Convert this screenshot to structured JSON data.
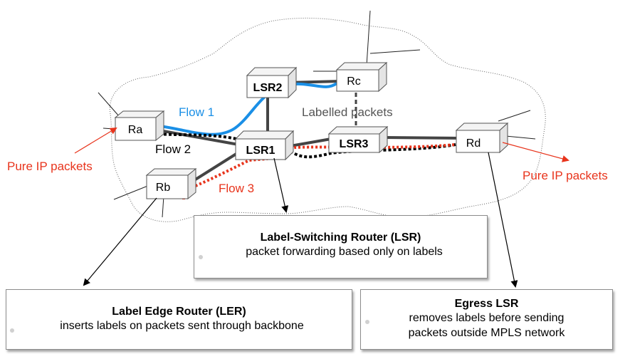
{
  "routers": {
    "ra": "Ra",
    "rb": "Rb",
    "rc": "Rc",
    "rd": "Rd",
    "lsr1": "LSR1",
    "lsr2": "LSR2",
    "lsr3": "LSR3"
  },
  "flows": {
    "flow1": "Flow 1",
    "flow2": "Flow 2",
    "flow3": "Flow 3"
  },
  "labels": {
    "labelled_packets": "Labelled packets",
    "pure_ip_left": "Pure IP packets",
    "pure_ip_right": "Pure IP packets"
  },
  "boxes": {
    "lsr": {
      "title": "Label-Switching Router (LSR)",
      "desc": "packet forwarding based only on labels"
    },
    "ler": {
      "title": "Label Edge Router (LER)",
      "desc": "inserts labels on packets sent through backbone"
    },
    "egress": {
      "title": "Egress LSR",
      "desc1": "removes labels before sending",
      "desc2": "packets outside MPLS network"
    }
  },
  "colors": {
    "flow1": "#1a8fe6",
    "flow2": "#000000",
    "flow3": "#e8341c",
    "pure_ip": "#e8341c",
    "link": "#444444",
    "labelled": "#555555"
  }
}
